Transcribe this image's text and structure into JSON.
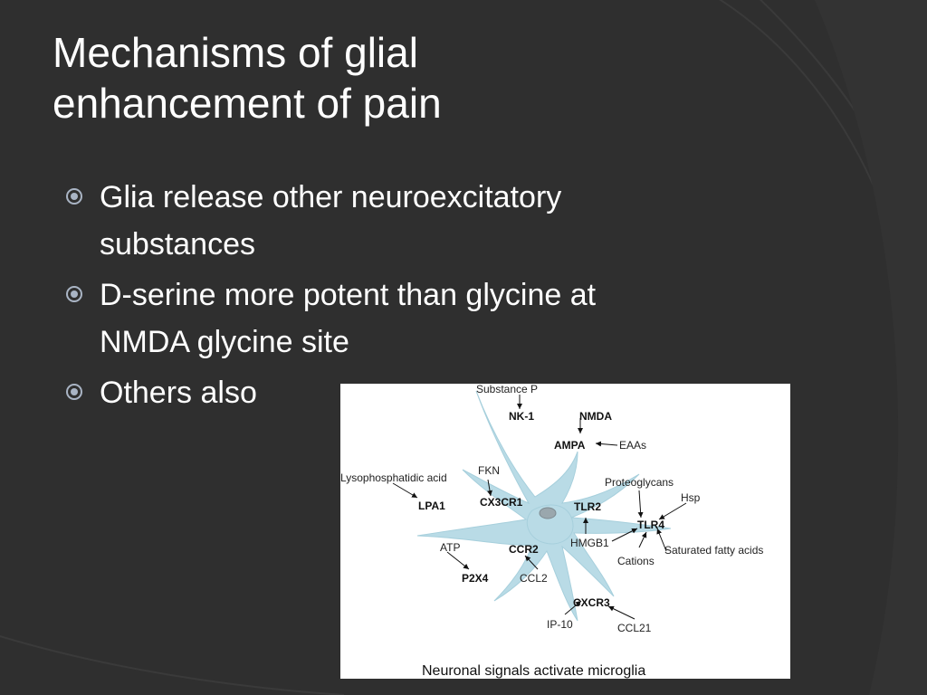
{
  "slide": {
    "title_line1": "Mechanisms of glial",
    "title_line2": "enhancement of pain",
    "bullets": [
      {
        "line1": "Glia release other neuroexcitatory",
        "line2": "substances"
      },
      {
        "line1": "D-serine more potent than glycine at",
        "line2": "NMDA glycine site"
      },
      {
        "line1": "Others also",
        "line2": ""
      }
    ],
    "bullet_icon": "circle-target-icon"
  },
  "figure": {
    "caption": "Neuronal signals activate microglia",
    "labels": {
      "substance_p": "Substance P",
      "nk1": "NK-1",
      "nmda": "NMDA",
      "ampa": "AMPA",
      "eaas": "EAAs",
      "lysophosphatidic_acid": "Lysophosphatidic acid",
      "fkn": "FKN",
      "lpa1": "LPA1",
      "cx3cr1": "CX3CR1",
      "proteoglycans": "Proteoglycans",
      "hsp": "Hsp",
      "tlr2": "TLR2",
      "tlr4": "TLR4",
      "hmgb1": "HMGB1",
      "saturated_fatty_acids": "Saturated fatty acids",
      "cations": "Cations",
      "atp": "ATP",
      "ccr2": "CCR2",
      "p2x4": "P2X4",
      "ccl2": "CCL2",
      "cxcr3": "CXCR3",
      "ip10": "IP-10",
      "ccl21": "CCL21"
    }
  },
  "colors": {
    "background": "#2f2f2f",
    "text": "#ffffff",
    "bullet_mark": "#a9b4c4",
    "cell": "#b9dbe6"
  }
}
